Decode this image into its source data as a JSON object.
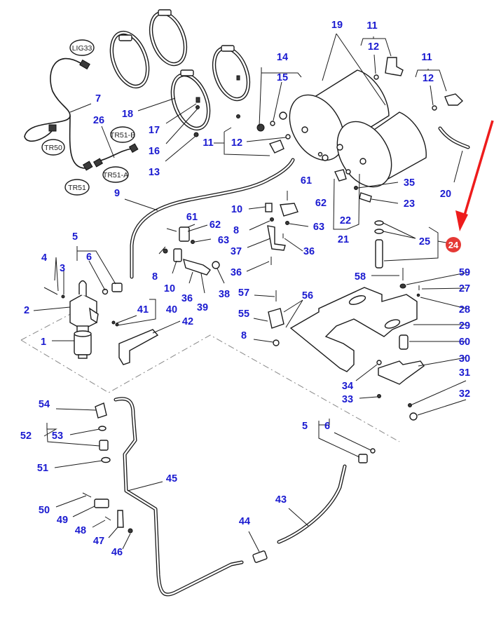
{
  "diagram": {
    "title": "Air tank and brake valve assembly – exploded parts view",
    "colors": {
      "callout": "#1a1ad0",
      "highlight_badge": "#e53935",
      "highlight_arrow": "#ee1c1c",
      "line": "#1a1a1a"
    },
    "highlighted_part": "24",
    "callouts": [
      {
        "id": "c-7",
        "label": "7"
      },
      {
        "id": "c-26",
        "label": "26"
      },
      {
        "id": "c-18",
        "label": "18"
      },
      {
        "id": "c-17",
        "label": "17"
      },
      {
        "id": "c-16",
        "label": "16"
      },
      {
        "id": "c-13",
        "label": "13"
      },
      {
        "id": "c-9",
        "label": "9"
      },
      {
        "id": "c-14",
        "label": "14"
      },
      {
        "id": "c-15",
        "label": "15"
      },
      {
        "id": "c-11a",
        "label": "11"
      },
      {
        "id": "c-12a",
        "label": "12"
      },
      {
        "id": "c-19",
        "label": "19"
      },
      {
        "id": "c-11b",
        "label": "11"
      },
      {
        "id": "c-12b",
        "label": "12"
      },
      {
        "id": "c-11c",
        "label": "11"
      },
      {
        "id": "c-12c",
        "label": "12"
      },
      {
        "id": "c-20",
        "label": "20"
      },
      {
        "id": "c-61a",
        "label": "61"
      },
      {
        "id": "c-62a",
        "label": "62"
      },
      {
        "id": "c-10a",
        "label": "10"
      },
      {
        "id": "c-8a",
        "label": "8"
      },
      {
        "id": "c-63a",
        "label": "63"
      },
      {
        "id": "c-37",
        "label": "37"
      },
      {
        "id": "c-36a",
        "label": "36"
      },
      {
        "id": "c-36b",
        "label": "36"
      },
      {
        "id": "c-35",
        "label": "35"
      },
      {
        "id": "c-23",
        "label": "23"
      },
      {
        "id": "c-22",
        "label": "22"
      },
      {
        "id": "c-21",
        "label": "21"
      },
      {
        "id": "c-25",
        "label": "25"
      },
      {
        "id": "c-24",
        "label": "24"
      },
      {
        "id": "c-5a",
        "label": "5"
      },
      {
        "id": "c-6a",
        "label": "6"
      },
      {
        "id": "c-4",
        "label": "4"
      },
      {
        "id": "c-3",
        "label": "3"
      },
      {
        "id": "c-2",
        "label": "2"
      },
      {
        "id": "c-1",
        "label": "1"
      },
      {
        "id": "c-61b",
        "label": "61"
      },
      {
        "id": "c-62b",
        "label": "62"
      },
      {
        "id": "c-63b",
        "label": "63"
      },
      {
        "id": "c-8b",
        "label": "8"
      },
      {
        "id": "c-10b",
        "label": "10"
      },
      {
        "id": "c-36c",
        "label": "36"
      },
      {
        "id": "c-39",
        "label": "39"
      },
      {
        "id": "c-38",
        "label": "38"
      },
      {
        "id": "c-41",
        "label": "41"
      },
      {
        "id": "c-40",
        "label": "40"
      },
      {
        "id": "c-42",
        "label": "42"
      },
      {
        "id": "c-58",
        "label": "58"
      },
      {
        "id": "c-59",
        "label": "59"
      },
      {
        "id": "c-27",
        "label": "27"
      },
      {
        "id": "c-28",
        "label": "28"
      },
      {
        "id": "c-29",
        "label": "29"
      },
      {
        "id": "c-60",
        "label": "60"
      },
      {
        "id": "c-30",
        "label": "30"
      },
      {
        "id": "c-31",
        "label": "31"
      },
      {
        "id": "c-32",
        "label": "32"
      },
      {
        "id": "c-34",
        "label": "34"
      },
      {
        "id": "c-33",
        "label": "33"
      },
      {
        "id": "c-57",
        "label": "57"
      },
      {
        "id": "c-56",
        "label": "56"
      },
      {
        "id": "c-55",
        "label": "55"
      },
      {
        "id": "c-8c",
        "label": "8"
      },
      {
        "id": "c-54",
        "label": "54"
      },
      {
        "id": "c-52",
        "label": "52"
      },
      {
        "id": "c-53",
        "label": "53"
      },
      {
        "id": "c-51",
        "label": "51"
      },
      {
        "id": "c-45",
        "label": "45"
      },
      {
        "id": "c-50",
        "label": "50"
      },
      {
        "id": "c-49",
        "label": "49"
      },
      {
        "id": "c-48",
        "label": "48"
      },
      {
        "id": "c-47",
        "label": "47"
      },
      {
        "id": "c-46",
        "label": "46"
      },
      {
        "id": "c-44",
        "label": "44"
      },
      {
        "id": "c-43",
        "label": "43"
      },
      {
        "id": "c-5b",
        "label": "5"
      },
      {
        "id": "c-6b",
        "label": "6"
      }
    ],
    "connectors": {
      "lig33": "LIG33",
      "tr50": "TR50",
      "tr51": "TR51",
      "tr51a": "TR51-A",
      "tr51b": "TR51-B"
    }
  }
}
